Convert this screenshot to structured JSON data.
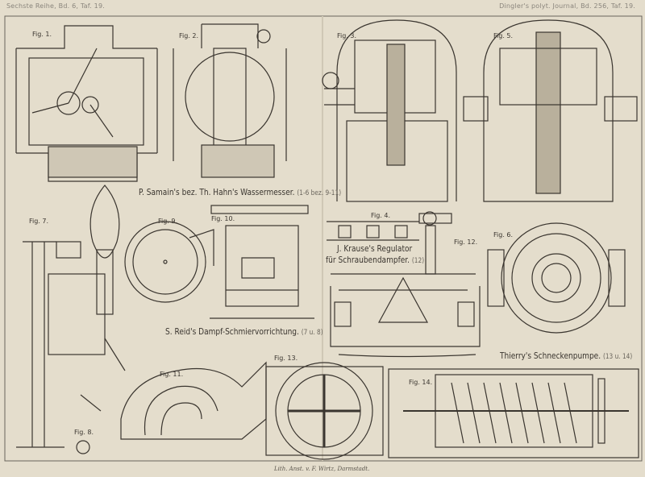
{
  "header": {
    "left": "Sechste Reihe, Bd. 6, Taf. 19.",
    "right": "Dingler's polyt. Journal, Bd. 256, Taf. 19."
  },
  "captions": {
    "samain": "P. Samain's bez. Th. Hahn's Wassermesser.",
    "samain_ref": "(1-6 bez. 9-11)",
    "reid": "S. Reid's Dampf-Schmiervorrichtung.",
    "reid_ref": "(7 u. 8)",
    "krause_1": "J. Krause's Regulator",
    "krause_2": "für Schraubendampfer.",
    "krause_ref": "(12)",
    "thierry": "Thierry's Schneckenpumpe.",
    "thierry_ref": "(13 u. 14)"
  },
  "figures": {
    "fig1": "Fig. 1.",
    "fig2": "Fig. 2.",
    "fig3": "Fig. 3.",
    "fig4": "Fig. 4.",
    "fig5": "Fig. 5.",
    "fig6": "Fig. 6.",
    "fig7": "Fig. 7.",
    "fig8": "Fig. 8.",
    "fig9": "Fig. 9.",
    "fig10": "Fig. 10.",
    "fig11": "Fig. 11.",
    "fig12": "Fig. 12.",
    "fig13": "Fig. 13.",
    "fig14": "Fig. 14."
  },
  "footer": "Lith. Anst. v. F. Wirtz, Darmstadt."
}
